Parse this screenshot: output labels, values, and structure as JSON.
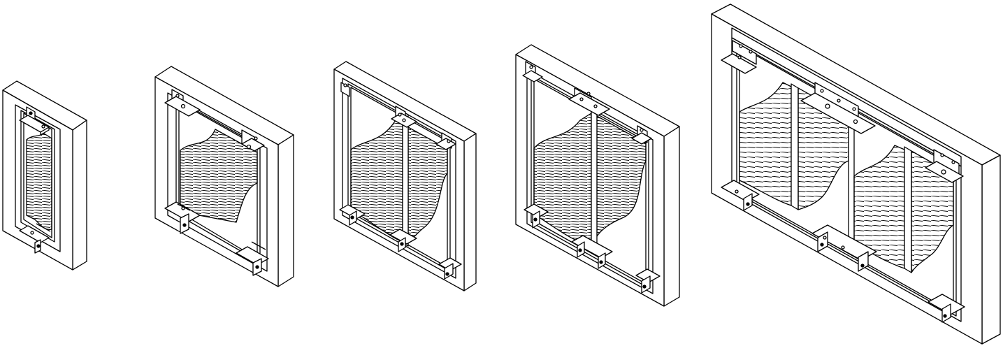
{
  "figure": {
    "kind": "technical-drawing",
    "style": "isometric line art",
    "colors": {
      "line": "#000000",
      "fill": "#ffffff",
      "hatch": "#000000"
    },
    "panels": [
      {
        "id": "panel-1",
        "name": "single-narrow-frame",
        "sections": 1
      },
      {
        "id": "panel-2",
        "name": "single-square-frame",
        "sections": 1
      },
      {
        "id": "panel-3",
        "name": "double-frame-center-mullion",
        "sections": 2
      },
      {
        "id": "panel-4",
        "name": "double-frame-center-mullion-wide",
        "sections": 2
      },
      {
        "id": "panel-5",
        "name": "quad-frame-two-modules",
        "sections": 4
      }
    ]
  }
}
